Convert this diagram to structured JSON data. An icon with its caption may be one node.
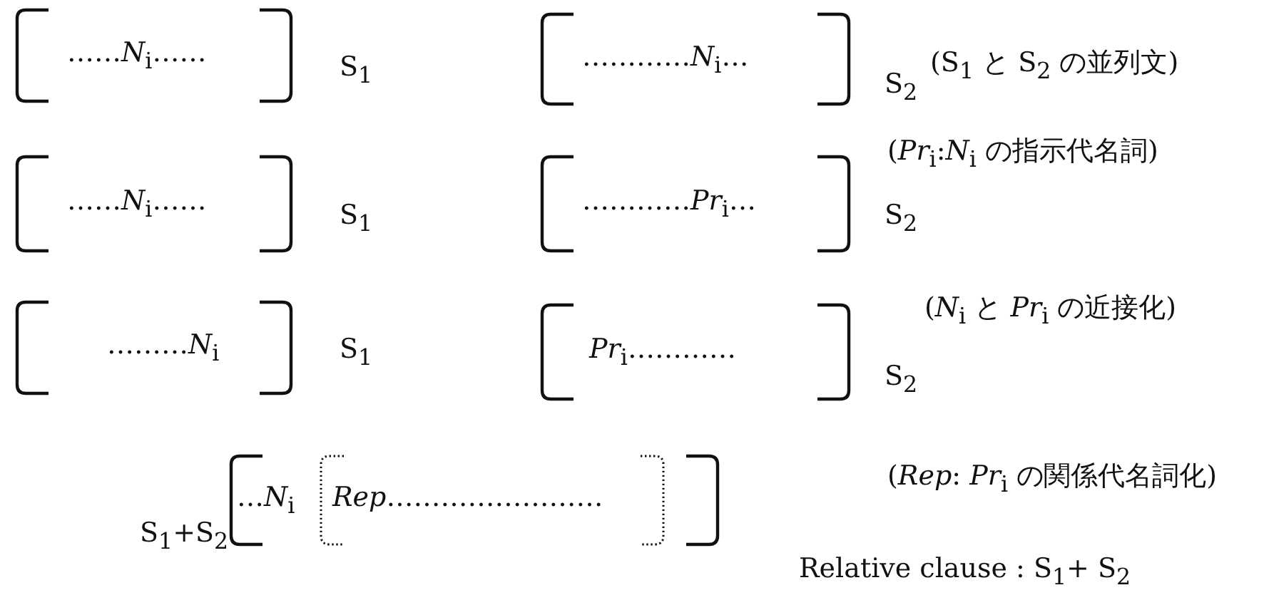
{
  "diagram": {
    "nodes": [
      {
        "text": [
          "……*N*$_{i}$……"
        ],
        "beside": [
          "S$_{1}$"
        ]
      },
      {
        "text": [
          "…………*N*$_{i}$…"
        ],
        "beside": [
          "S$_{2}$"
        ]
      },
      {
        "text": [
          "……*N*$_{i}$……"
        ],
        "beside": [
          "S$_{1}$"
        ]
      },
      {
        "text": [
          "…………*Pr*$_{i}$…"
        ],
        "beside": [
          "S$_{2}$"
        ]
      },
      {
        "text": [
          "………*N*$_{i}$"
        ],
        "beside": [
          "S$_{1}$"
        ]
      },
      {
        "text": [
          "*Pr*$_{i}$…………"
        ],
        "beside": [
          "S$_{2}$"
        ]
      },
      {
        "text": [
          "…*N*$_{i}$"
        ],
        "beside": [
          "S$_{1}$+S$_{2}$"
        ]
      },
      {
        "text": [
          "*Rep*……………………"
        ],
        "in": 6
      }
    ],
    "labels": [
      "(S$_{1}$ と S$_{2}$ の並列文)",
      "(*Pr*$_{i}$:*N*$_{i}$ の指示代名詞)",
      "(*N*$_{i}$ と *Pr*$_{i}$ の近接化)",
      "(*Rep*: *Pr*$_{i}$ の関係代名詞化)",
      "Relative clause : S$_{1}$+ S$_{2}$"
    ]
  }
}
